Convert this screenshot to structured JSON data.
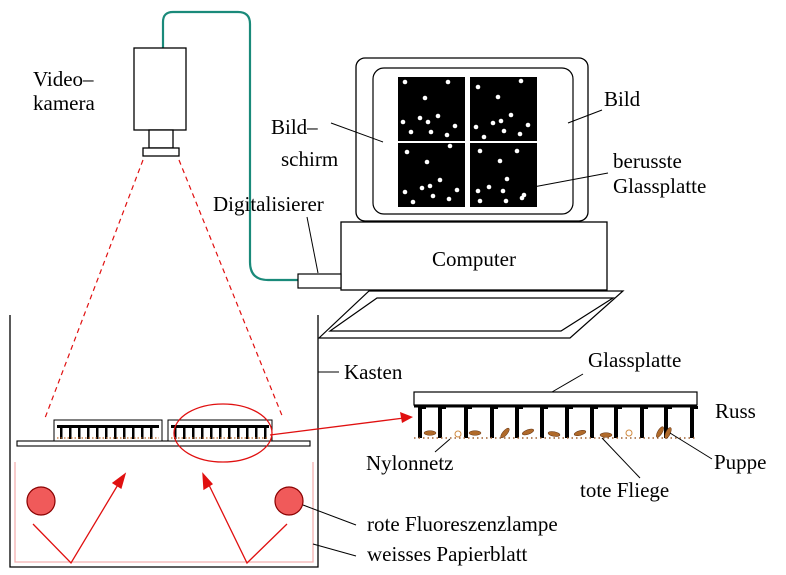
{
  "labels": {
    "camera_line1": "Video–",
    "camera_line2": "kamera",
    "screen_line1": "Bild–",
    "screen_line2": "schirm",
    "image": "Bild",
    "sooted_line1": "berusste",
    "sooted_line2": "Glassplatte",
    "digitizer": "Digitalisierer",
    "computer": "Computer",
    "box": "Kasten",
    "glass_plate": "Glassplatte",
    "soot": "Russ",
    "nylon_net": "Nylonnetz",
    "pupa": "Puppe",
    "dead_fly": "tote Fliege",
    "red_lamp": "rote Fluoreszenzlampe",
    "white_paper": "weisses Papierblatt"
  },
  "colors": {
    "line": "#000000",
    "cable": "#1a8a7a",
    "beam": "#e01010",
    "lamp_fill": "#f05a5a",
    "lamp_stroke": "#8a0000",
    "paper": "#f4b0b0",
    "pupa_fill": "#b06a2a",
    "fly_fill": "#d08a40",
    "screen_bg": "#000000",
    "dot": "#ffffff"
  }
}
